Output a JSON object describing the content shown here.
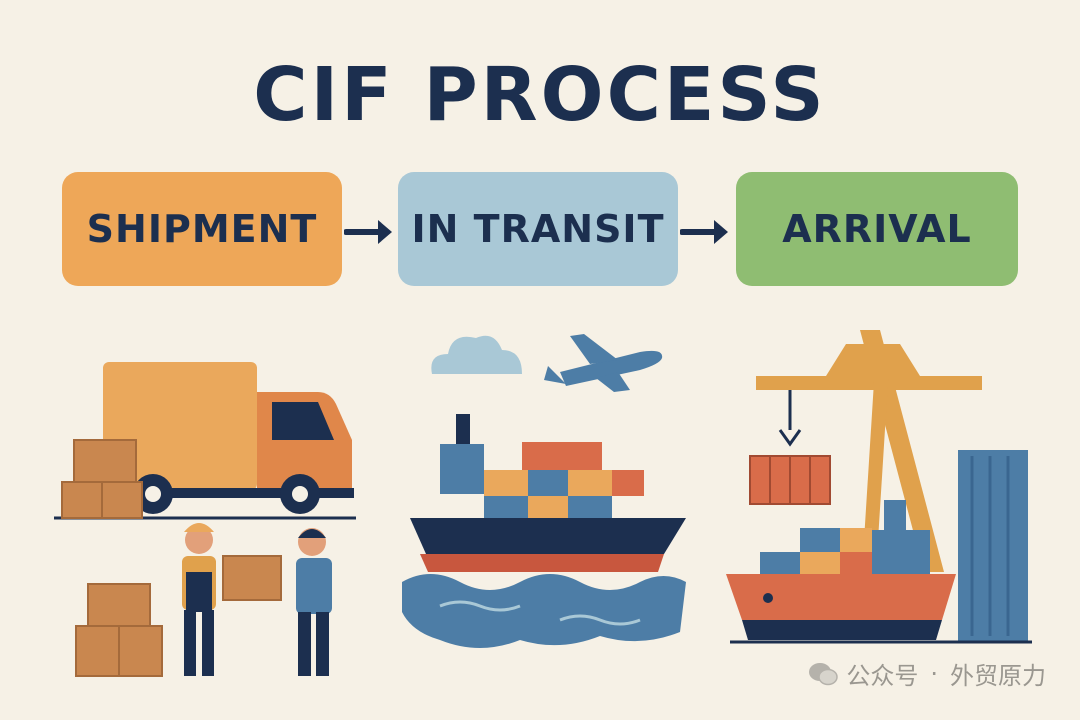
{
  "title": "CIF PROCESS",
  "steps": [
    {
      "label": "SHIPMENT",
      "color": "#eea758"
    },
    {
      "label": "IN TRANSIT",
      "color": "#a9c8d6"
    },
    {
      "label": "ARRIVAL",
      "color": "#8fbd72"
    }
  ],
  "colors": {
    "navy": "#1c2f4f",
    "orange": "#e0874a",
    "blue": "#4d7da6",
    "background": "#f6f1e6"
  },
  "icons": {
    "connectors": [
      "arrow-right-icon",
      "arrow-right-icon"
    ],
    "scenes": [
      "delivery-truck-icon",
      "cargo-ship-icon",
      "port-crane-icon"
    ]
  },
  "watermark": {
    "account_type": "公众号",
    "separator": "·",
    "name": "外贸原力"
  }
}
